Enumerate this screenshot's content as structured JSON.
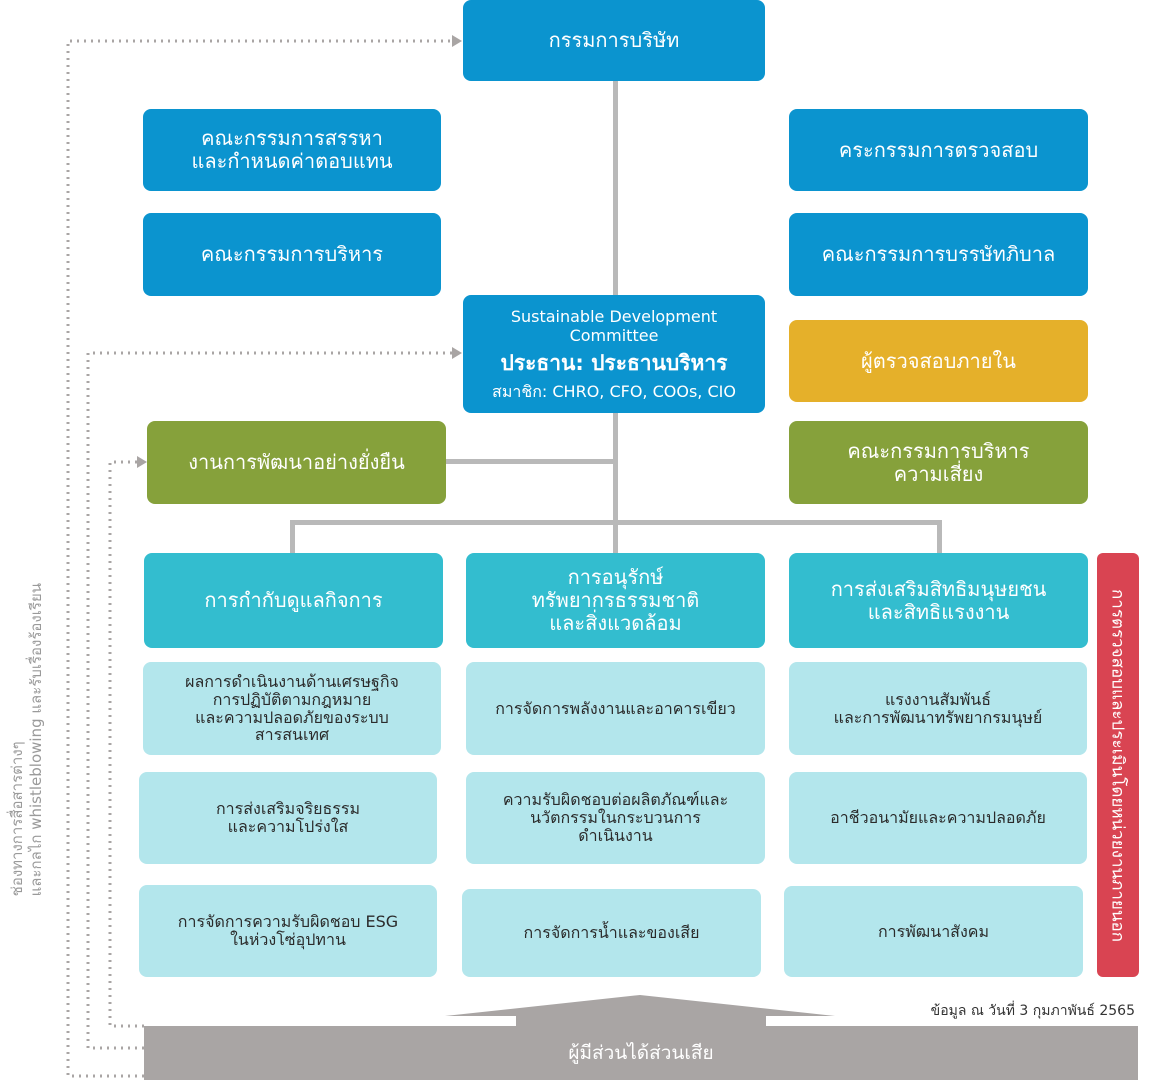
{
  "board": "กรรมการบริษัท",
  "committees_left": [
    "คณะกรรมการสรรหา\nและกำหนดค่าตอบแทน",
    "คณะกรรมการบริหาร"
  ],
  "committees_right": [
    "คระกรรมการตรวจสอบ",
    "คณะกรรมการบรรษัทภิบาล"
  ],
  "sdc": {
    "name_en": "Sustainable Development\nCommittee",
    "chair": "ประธาน: ประธานบริหาร",
    "members": "สมาชิก: CHRO, CFO, COOs, CIO"
  },
  "internal_audit": "ผู้ตรวจสอบภายใน",
  "risk_committee": "คณะกรรมการบริหาร\nความเสี่ยง",
  "sustainability_unit": "งานการพัฒนาอย่างยั่งยืน",
  "pillars": [
    {
      "title": "การกำกับดูแลกิจการ",
      "items": [
        "ผลการดำเนินงานด้านเศรษฐกิจ\nการปฏิบัติตามกฎหมาย\nและความปลอดภัยของระบบ\nสารสนเทศ",
        "การส่งเสริมจริยธรรม\nและความโปร่งใส",
        "การจัดการความรับผิดชอบ ESG\nในห่วงโซ่อุปทาน"
      ]
    },
    {
      "title": "การอนุรักษ์\nทรัพยากรธรรมชาติ\nและสิ่งแวดล้อม",
      "items": [
        "การจัดการพลังงานและอาคารเขียว",
        "ความรับผิดชอบต่อผลิตภัณฑ์และ\nนวัตกรรมในกระบวนการ\nดำเนินงาน",
        "การจัดการน้ำและของเสีย"
      ]
    },
    {
      "title": "การส่งเสริมสิทธิมนุษยชน\nและสิทธิแรงงาน",
      "items": [
        "แรงงานสัมพันธ์\nและการพัฒนาทรัพยากรมนุษย์",
        "อาชีวอนามัยและความปลอดภัย",
        "การพัฒนาสังคม"
      ]
    }
  ],
  "side_bar_red": "การตรวจสอบและประเมินโดยหน่วยงานภายนอก",
  "side_label_left": "ช่องทางการสื่อสารต่างๆ\nและกลไก whistleblowing และรับเรื่องร้องเรียน",
  "date_note": "ข้อมูล ณ วันที่ 3 กุมภาพันธ์ 2565",
  "stakeholders": "ผู้มีส่วนได้ส่วนเสีย",
  "colors": {
    "blue": "#0b94cf",
    "teal": "#33bdcf",
    "light_teal": "#b3e6ec",
    "olive": "#86a13b",
    "gold": "#e5b02a",
    "red": "#d94452",
    "gray": "#a9a5a4"
  }
}
